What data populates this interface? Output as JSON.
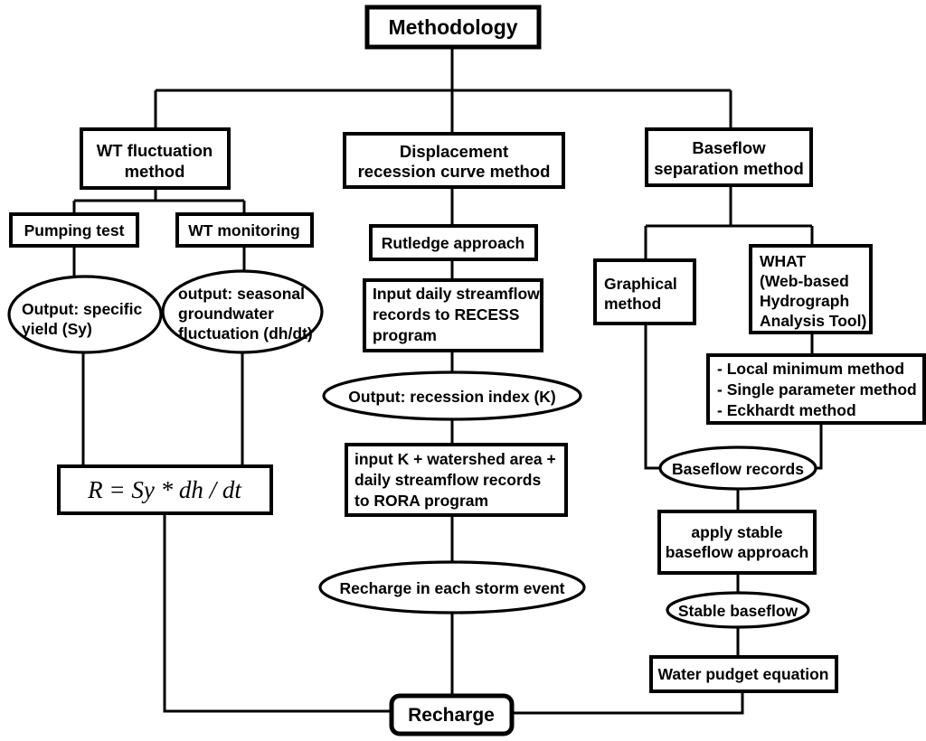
{
  "diagram": {
    "title": "Methodology flowchart for groundwater recharge estimation",
    "root": {
      "label": "Methodology"
    },
    "terminal": {
      "label": "Recharge"
    },
    "branches": [
      {
        "id": "wt-fluctuation",
        "label": "WT fluctuation\nmethod",
        "line1": "WT fluctuation",
        "line2": "method",
        "children": [
          {
            "id": "pumping-test",
            "label": "Pumping test"
          },
          {
            "id": "wt-monitoring",
            "label": "WT monitoring"
          }
        ],
        "outputs": [
          {
            "id": "output-specific-yield",
            "line1": "Output: specific",
            "line2": "yield (Sy)"
          },
          {
            "id": "output-seasonal-fluctuation",
            "line1": "output: seasonal",
            "line2": "groundwater",
            "line3": "fluctuation (dh/dt)"
          }
        ],
        "equation": "R = Sy * dh / dt"
      },
      {
        "id": "displacement-recession-curve",
        "line1": "Displacement",
        "line2": "recession curve method",
        "steps": [
          {
            "id": "rutledge-approach",
            "label": "Rutledge approach"
          },
          {
            "id": "input-recess",
            "line1": "Input daily streamflow",
            "line2": "records to RECESS",
            "line3": "program"
          },
          {
            "id": "output-recession-index",
            "label": "Output: recession index (K)"
          },
          {
            "id": "input-rora",
            "line1": "input K + watershed area +",
            "line2": "daily streamflow records",
            "line3": "to RORA program"
          },
          {
            "id": "recharge-storm-event",
            "label": "Recharge in each storm event"
          }
        ]
      },
      {
        "id": "baseflow-separation",
        "line1": "Baseflow",
        "line2": "separation method",
        "children": [
          {
            "id": "graphical-method",
            "line1": "Graphical",
            "line2": "method"
          },
          {
            "id": "what-tool",
            "line1": "WHAT",
            "line2": "(Web-based",
            "line3": "Hydrograph",
            "line4": "Analysis Tool)"
          }
        ],
        "what_methods": {
          "id": "what-methods-list",
          "items": [
            "- Local minimum method",
            "- Single parameter method",
            "- Eckhardt method"
          ]
        },
        "steps": [
          {
            "id": "baseflow-records",
            "label": "Baseflow records"
          },
          {
            "id": "apply-stable-baseflow",
            "line1": "apply stable",
            "line2": "baseflow approach"
          },
          {
            "id": "stable-baseflow",
            "label": "Stable baseflow"
          },
          {
            "id": "water-budget-equation",
            "label": "Water pudget equation"
          }
        ]
      }
    ],
    "colors": {
      "stroke": "#000000",
      "fill": "#ffffff",
      "text": "#000000"
    }
  }
}
